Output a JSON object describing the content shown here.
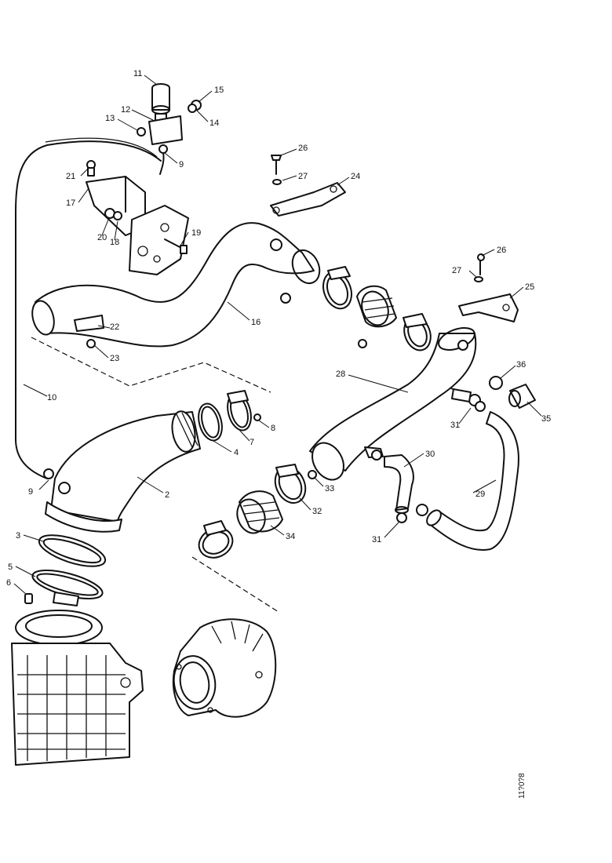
{
  "callouts": {
    "c1": "11",
    "c2": "15",
    "c3": "12",
    "c4": "13",
    "c5": "14",
    "c6": "9",
    "c7": "21",
    "c8": "17",
    "c9": "20",
    "c10": "18",
    "c11": "19",
    "c12": "26",
    "c13": "27",
    "c14": "24",
    "c15": "22",
    "c16": "23",
    "c17": "16",
    "c18": "26",
    "c19": "27",
    "c20": "25",
    "c21": "10",
    "c22": "28",
    "c23": "36",
    "c24": "35",
    "c25": "31",
    "c26": "8",
    "c27": "7",
    "c28": "4",
    "c29": "9",
    "c30": "2",
    "c31": "30",
    "c32": "33",
    "c33": "32",
    "c34": "34",
    "c35": "29",
    "c36": "31",
    "c37": "3",
    "c38": "5",
    "c39": "6"
  },
  "drawing_number": "11?0?8"
}
